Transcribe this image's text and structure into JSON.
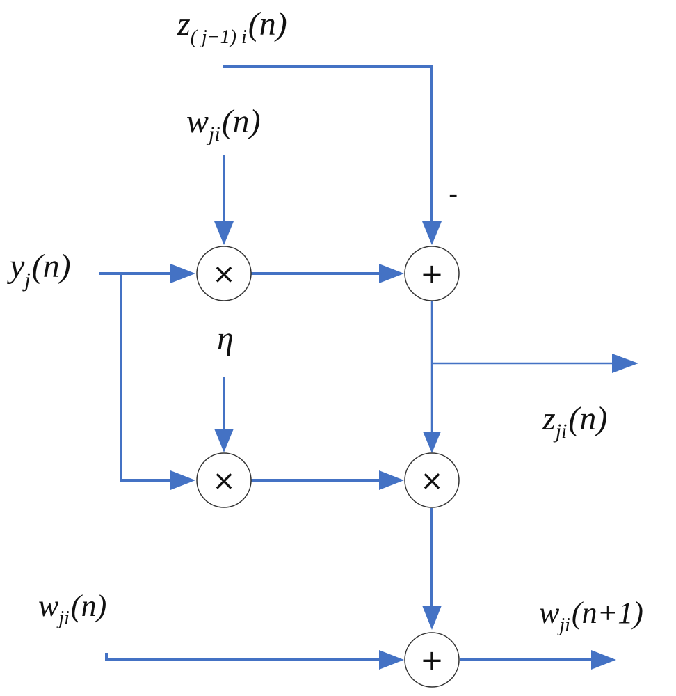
{
  "colors": {
    "wire": "#4472C4",
    "node_stroke": "#333333",
    "text": "#111111"
  },
  "labels": {
    "z_prev": {
      "base": "z",
      "sub": "( j−1) i",
      "arg": "(n)"
    },
    "w_top": {
      "base": "w",
      "sub": "ji",
      "arg": "(n)"
    },
    "y_in": {
      "base": "y",
      "sub": "j",
      "arg": "(n)"
    },
    "eta": "η",
    "z_out": {
      "base": "z",
      "sub": "ji",
      "arg": "(n)"
    },
    "w_bottom": {
      "base": "w",
      "sub": "ji",
      "arg": "(n)"
    },
    "w_next": {
      "base": "w",
      "sub": "ji",
      "arg": "(n+1)"
    },
    "minus_sign": "-"
  },
  "nodes": {
    "mult_top": "×",
    "add_top": "+",
    "mult_mid_left": "×",
    "mult_mid_right": "×",
    "add_bottom": "+"
  }
}
